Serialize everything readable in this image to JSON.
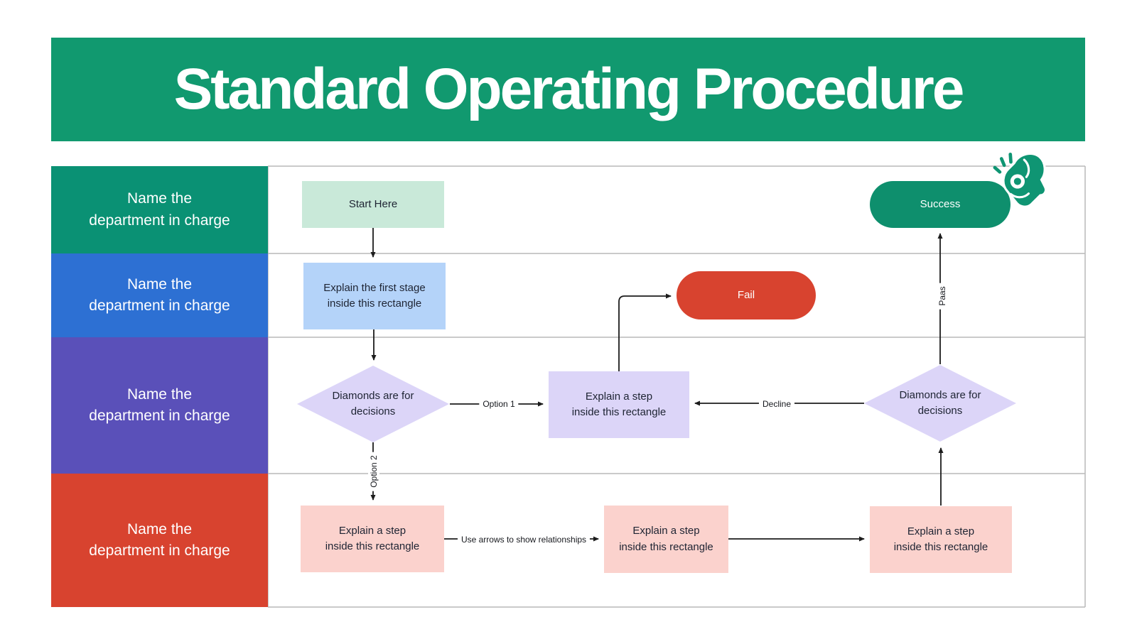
{
  "title": "Standard Operating Procedure",
  "colors": {
    "header_green": "#11996f",
    "lane_green": "#0a9174",
    "lane_blue": "#2d70d3",
    "lane_purple": "#5a50b9",
    "lane_red": "#d8432f",
    "node_start_fill": "#c9e9d9",
    "node_stage_fill": "#b4d3f9",
    "node_decision_fill": "#dcd5f8",
    "node_step_fill": "#fbd2cd",
    "pill_success_fill": "#0e8f6d",
    "pill_fail_fill": "#d8432f",
    "grid_line": "#b9b9b9",
    "arrow": "#1c1c1c"
  },
  "lanes": [
    {
      "label": "Name the\ndepartment in charge"
    },
    {
      "label": "Name the\ndepartment in charge"
    },
    {
      "label": "Name the\ndepartment in charge"
    },
    {
      "label": "Name the\ndepartment in charge"
    }
  ],
  "nodes": {
    "start": {
      "label": "Start Here"
    },
    "success": {
      "label": "Success"
    },
    "first_stage": {
      "label": "Explain the first stage\ninside this rectangle"
    },
    "fail": {
      "label": "Fail"
    },
    "decision_left": {
      "label": "Diamonds are for\ndecisions"
    },
    "step_middle": {
      "label": "Explain a step\ninside this rectangle"
    },
    "decision_right": {
      "label": "Diamonds are for\ndecisions"
    },
    "step_bottom_1": {
      "label": "Explain a step\ninside this rectangle"
    },
    "step_bottom_2": {
      "label": "Explain a step\ninside this rectangle"
    },
    "step_bottom_3": {
      "label": "Explain a step\ninside this rectangle"
    }
  },
  "edge_labels": {
    "option_1": "Option 1",
    "option_2": "Option 2",
    "decline": "Decline",
    "pass": "Paas",
    "relationships": "Use arrows to show relationships"
  },
  "icons": {
    "ok_hand": "ok-hand-icon"
  }
}
